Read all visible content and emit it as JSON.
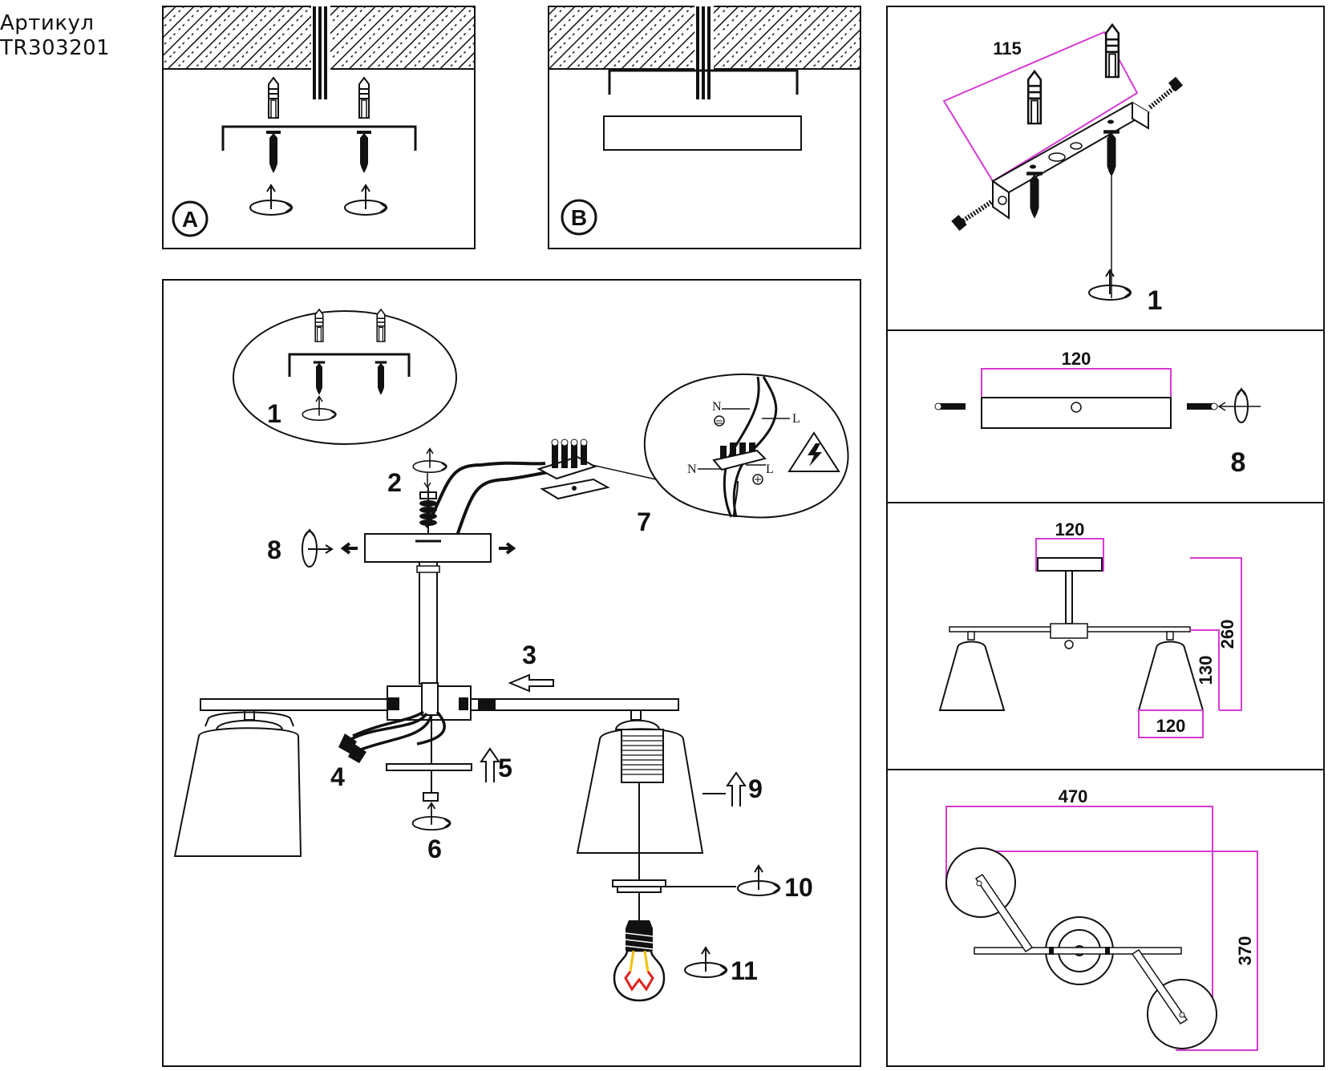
{
  "article": {
    "label": "Артикул",
    "code": "TR303201"
  },
  "panel_a": {
    "letter": "A"
  },
  "panel_b": {
    "letter": "B"
  },
  "steps": {
    "s1": "1",
    "s2": "2",
    "s3": "3",
    "s4": "4",
    "s5": "5",
    "s6": "6",
    "s7": "7",
    "s8": "8",
    "s9": "9",
    "s10": "10",
    "s11": "11"
  },
  "wiring": {
    "n_top": "N",
    "l_top": "L",
    "n_bottom": "N",
    "l_bottom": "L"
  },
  "bracket_detail": {
    "dimension": "115",
    "step": "1"
  },
  "plate_detail": {
    "dimension": "120",
    "step": "8"
  },
  "side_view": {
    "top_width": "120",
    "total_height": "260",
    "arm_height": "130",
    "shade_width": "120"
  },
  "top_view": {
    "width": "470",
    "depth": "370"
  },
  "colors": {
    "dimension_line": "#d63ad6",
    "bulb_filament_top": "#f2c000",
    "bulb_filament_bottom": "#e0231b",
    "line": "#111111"
  },
  "icons": [
    "rotate-clockwise-icon",
    "arrow-right-icon",
    "arrow-left-icon",
    "arrow-up-icon",
    "electric-hazard-icon",
    "ground-icon"
  ]
}
